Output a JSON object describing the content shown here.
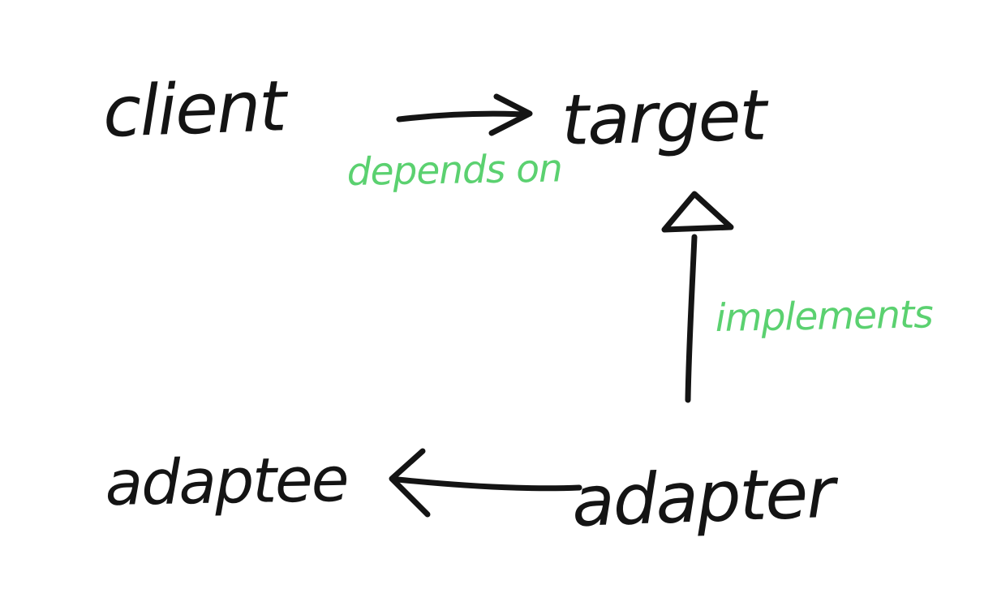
{
  "diagram": {
    "kind": "hand-drawn adapter design pattern diagram",
    "nodes": {
      "client": "client",
      "target": "target",
      "adaptee": "adaptee",
      "adapter": "adapter"
    },
    "edge_labels": {
      "depends_on": "depends on",
      "implements": "implements"
    },
    "edges": [
      {
        "from": "client",
        "to": "target",
        "label": "depends on",
        "style": "open-arrow-right"
      },
      {
        "from": "adapter",
        "to": "target",
        "label": "implements",
        "style": "hollow-triangle-up"
      },
      {
        "from": "adapter",
        "to": "adaptee",
        "label": "",
        "style": "open-arrow-left"
      }
    ],
    "colors": {
      "ink": "#141414",
      "annotation_green": "#5bd170",
      "background": "#ffffff"
    }
  }
}
